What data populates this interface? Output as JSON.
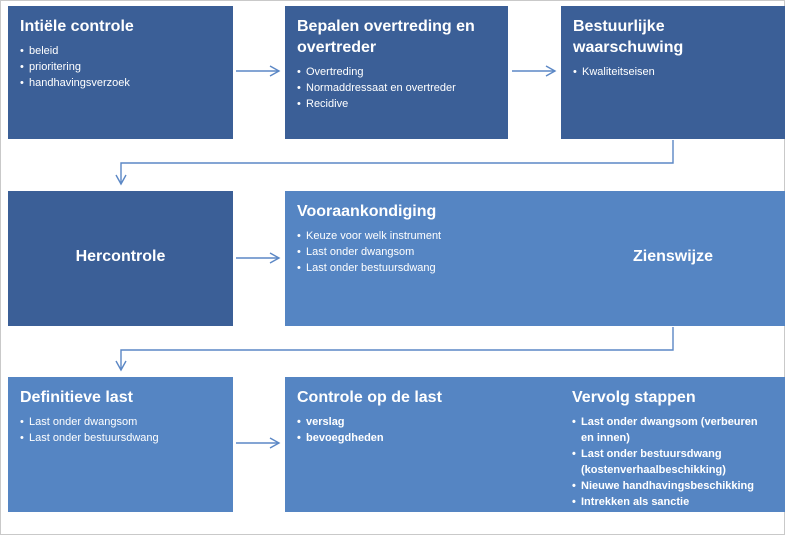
{
  "row1": [
    {
      "title": "Intiële controle",
      "items": [
        "beleid",
        "prioritering",
        "handhavingsverzoek"
      ]
    },
    {
      "title": "Bepalen overtreding en overtreder",
      "items": [
        "Overtreding",
        "Normaddressaat en overtreder",
        "Recidive"
      ]
    },
    {
      "title": "Bestuurlijke waarschuwing",
      "items": [
        "Kwaliteitseisen"
      ]
    }
  ],
  "row2": {
    "left_title": "Hercontrole",
    "main_title": "Vooraankondiging",
    "main_items": [
      "Keuze voor welk instrument",
      "Last onder dwangsom",
      "Last onder bestuursdwang"
    ],
    "right_title": "Zienswijze"
  },
  "row3": [
    {
      "title": "Definitieve last",
      "items": [
        "Last onder dwangsom",
        "Last onder bestuursdwang"
      ]
    },
    {
      "title": "Controle op de last",
      "items": [
        "verslag",
        "bevoegdheden"
      ]
    },
    {
      "title": "Vervolg stappen",
      "items": [
        "Last onder dwangsom (verbeuren en innen)",
        "Last onder bestuursdwang (kostenverhaalbeschikking)",
        "Nieuwe handhavingsbeschikking",
        "Intrekken als sanctie"
      ]
    }
  ],
  "colors": {
    "dark": "#3b5f97",
    "mid": "#4d7bb9",
    "light": "#5585c3",
    "arrow": "#5b87c5"
  }
}
